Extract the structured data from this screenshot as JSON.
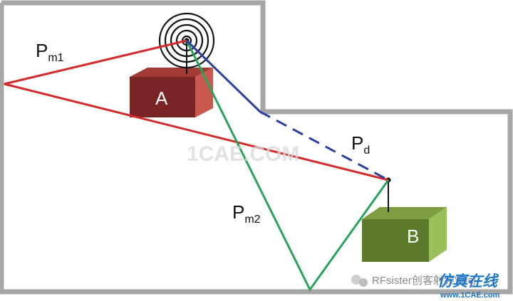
{
  "diagram": {
    "labels": {
      "pm1_main": "P",
      "pm1_sub": "m1",
      "pm2_main": "P",
      "pm2_sub": "m2",
      "pd_main": "P",
      "pd_sub": "d"
    },
    "boxes": {
      "a_label": "A",
      "b_label": "B"
    },
    "watermarks": {
      "center": "1CAE.COM",
      "wechat": "RFsister创客射频空间",
      "brand_cn": "仿真在线",
      "brand_url": "www.1CAE.com"
    },
    "colors": {
      "wall": "#a6a6a6",
      "direct_path": "#2b3f9e",
      "reflected_path_1": "#d42a2a",
      "reflected_path_2": "#27a35a",
      "box_a_front": "#7a2525",
      "box_a_side": "#c9594f",
      "box_b_front": "#5d7a2c",
      "box_b_side": "#9bbf5a"
    }
  }
}
